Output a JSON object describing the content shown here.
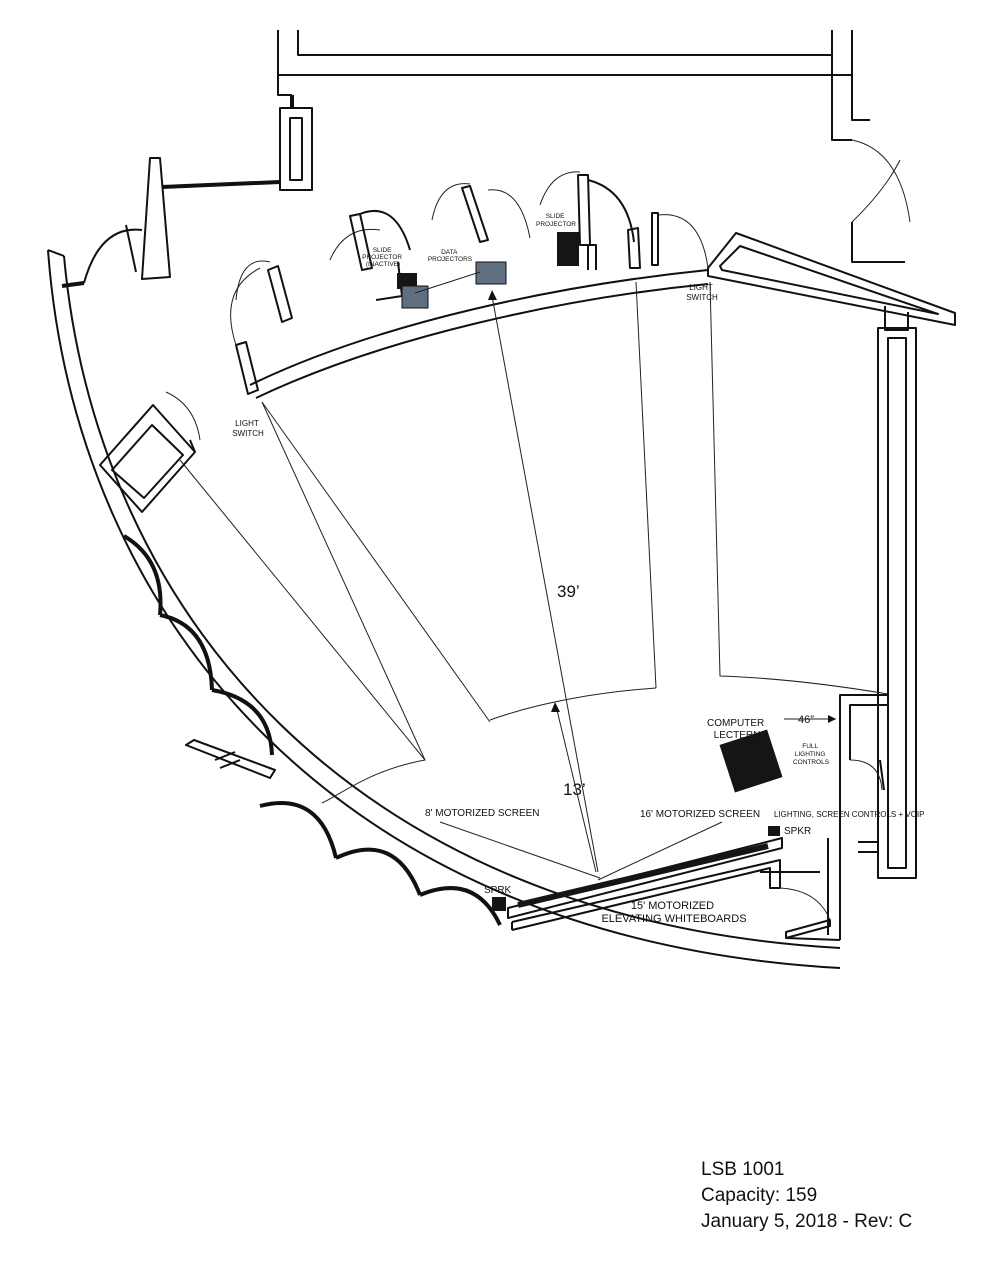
{
  "labels": {
    "slide_projector_inactive": [
      "SLIDE",
      "PROJECTOR",
      "(INACTIVE)"
    ],
    "data_projectors": [
      "DATA",
      "PROJECTORS"
    ],
    "slide_projector": [
      "SLIDE",
      "PROJECTOR"
    ],
    "light_switch": [
      "LIGHT",
      "SWITCH"
    ],
    "computer_lectern": [
      "COMPUTER",
      "LECTERN"
    ],
    "full_lighting_controls": [
      "FULL",
      "LIGHTING",
      "CONTROLS"
    ],
    "motorized_screen_8": "8' MOTORIZED SCREEN",
    "motorized_screen_16": "16' MOTORIZED SCREEN",
    "lighting_controls_voip": "LIGHTING, SCREEN CONTROLS + VOIP",
    "speaker_right": "SPKR",
    "speaker_left": "SPRK",
    "whiteboards": [
      "15' MOTORIZED",
      "ELEVATING WHITEBOARDS"
    ]
  },
  "dimensions": {
    "depth": "39’",
    "front_gap": "13’",
    "lectern_clearance": "46”"
  },
  "info": {
    "room": "LSB 1001",
    "capacity": "Capacity: 159",
    "date_rev": "January 5, 2018 - Rev: C"
  },
  "colors": {
    "projector_fill": "#5e7080",
    "equipment_fill": "#151515"
  }
}
